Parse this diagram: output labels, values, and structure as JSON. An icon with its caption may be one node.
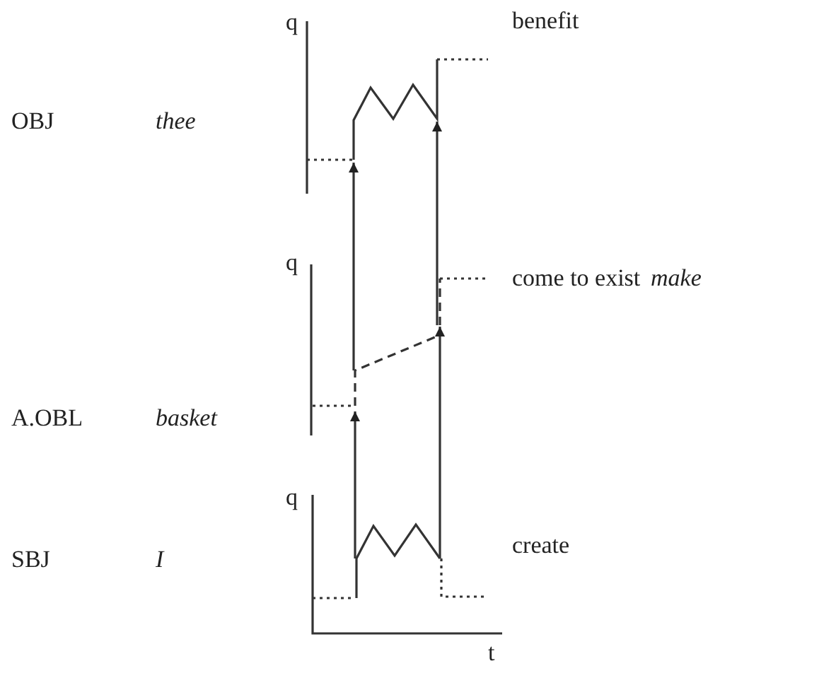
{
  "diagram": {
    "labels": [
      "q",
      "benefit",
      "OBJ",
      "thee",
      "q",
      "come to exist",
      "make",
      "A.OBL",
      "basket",
      "q",
      "SBJ",
      "I",
      "create",
      "t"
    ]
  }
}
